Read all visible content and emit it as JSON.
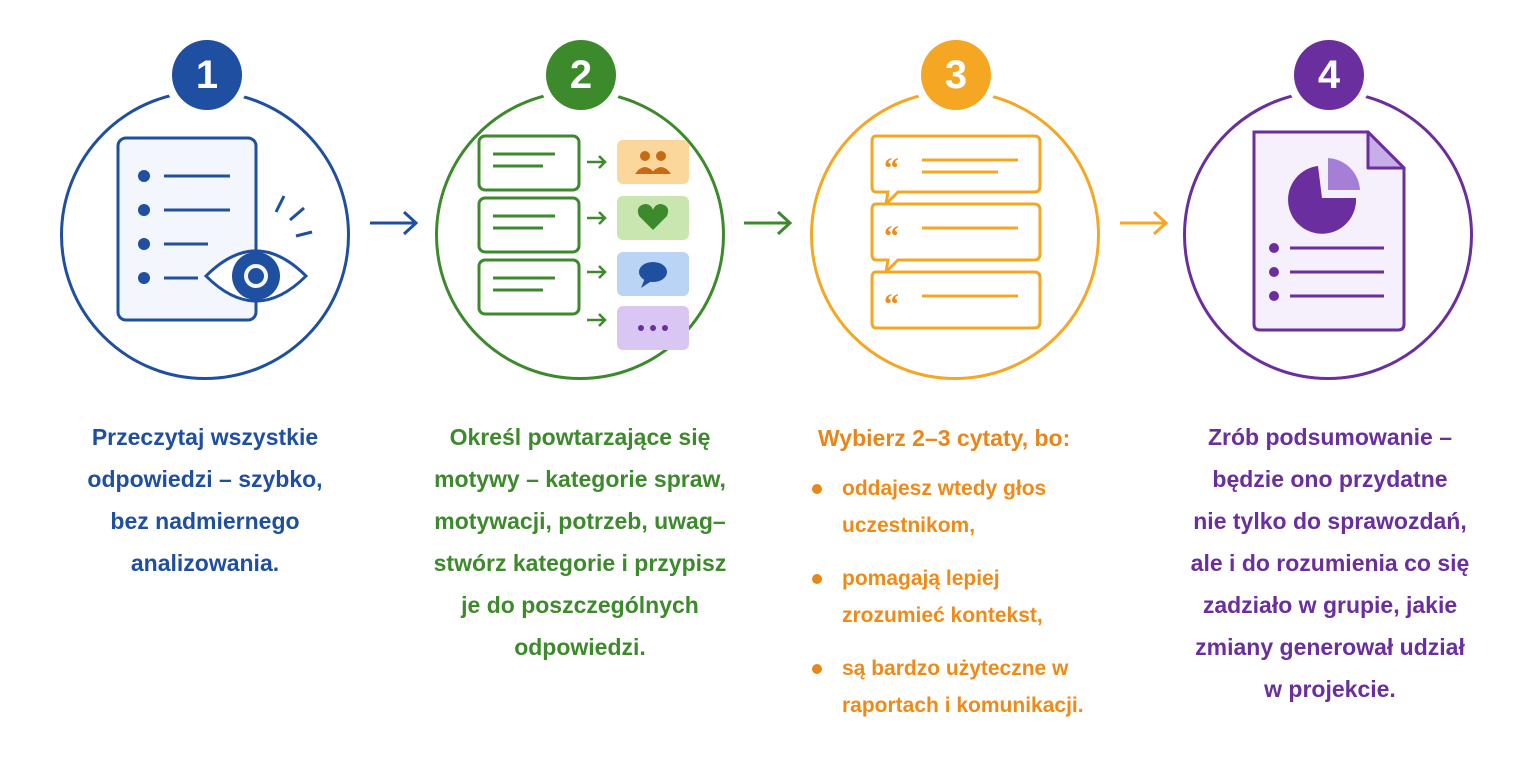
{
  "colors": {
    "step1": "#1f4fa0",
    "step2": "#3d8a2c",
    "step3": "#f5a623",
    "step4": "#6a2e9e"
  },
  "steps": [
    {
      "number": "1",
      "icon": "document-with-eye-icon",
      "lines": [
        "Przeczytaj wszystkie",
        "odpowiedzi – szybko,",
        "bez nadmiernego",
        "analizowania."
      ]
    },
    {
      "number": "2",
      "icon": "categorize-items-icon",
      "lines": [
        "Określ powtarzające się",
        "motywy – kategorie spraw,",
        "motywacji, potrzeb, uwag–",
        "stwórz kategorie i przypisz",
        "je do poszczególnych",
        "odpowiedzi."
      ]
    },
    {
      "number": "3",
      "icon": "quote-bubbles-icon",
      "title": "Wybierz 2–3 cytaty, bo:",
      "bullets": [
        [
          "oddajesz wtedy głos",
          "uczestnikom,"
        ],
        [
          "pomagają lepiej",
          "zrozumieć kontekst,"
        ],
        [
          "są bardzo użyteczne w",
          "raportach i komunikacji."
        ]
      ]
    },
    {
      "number": "4",
      "icon": "report-with-pie-chart-icon",
      "lines": [
        "Zrób podsumowanie –",
        "będzie ono przydatne",
        "nie tylko do sprawozdań,",
        "ale i do rozumienia co się",
        "zadziało w grupie, jakie",
        "zmiany generował udział",
        "w projekcie."
      ]
    }
  ]
}
